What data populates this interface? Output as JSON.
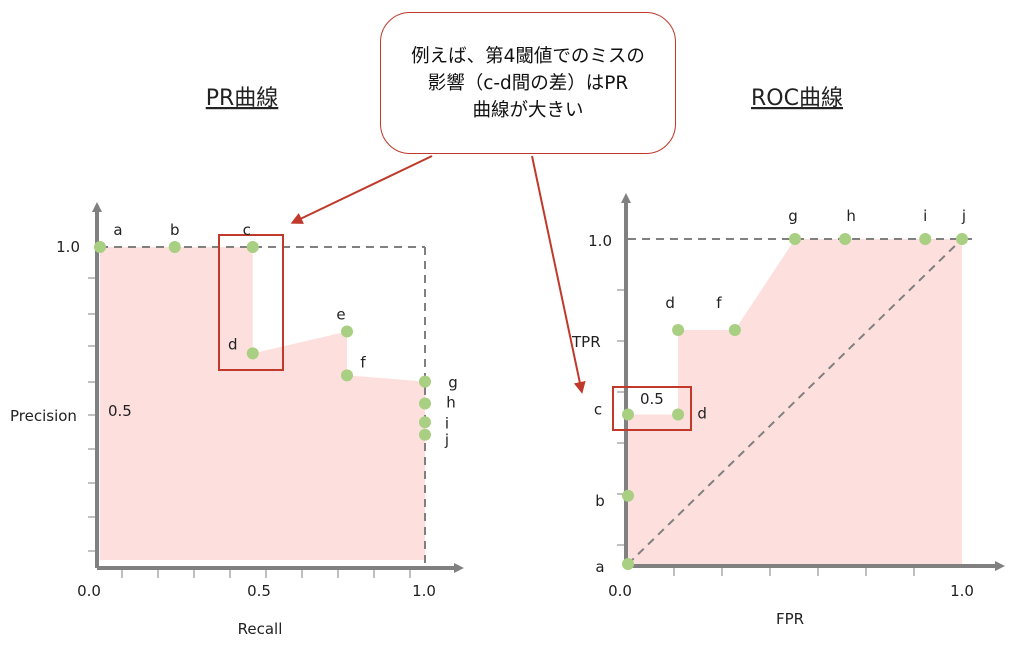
{
  "callout": {
    "text": "例えば、第4閾値でのミスの\n影響（c-d間の差）はPR\n曲線が大きい"
  },
  "colors": {
    "fill": "#fde0dd",
    "point": "#a8cf82",
    "axis": "#808080",
    "dash": "#808080",
    "highlight": "#c0392b",
    "arrow": "#c0392b"
  },
  "chart_data": [
    {
      "type": "area",
      "title": "PR曲線",
      "xlabel": "Recall",
      "ylabel": "Precision",
      "xlim": [
        0,
        1.0
      ],
      "ylim": [
        0,
        1.0
      ],
      "x_ticks": [
        "0.0",
        "0.5",
        "1.0"
      ],
      "y_ticks": [
        "1.0",
        "0.5"
      ],
      "points": [
        {
          "label": "a",
          "x": 0.0,
          "y": 1.0
        },
        {
          "label": "b",
          "x": 0.23,
          "y": 1.0
        },
        {
          "label": "c",
          "x": 0.47,
          "y": 1.0
        },
        {
          "label": "d",
          "x": 0.47,
          "y": 0.66
        },
        {
          "label": "e",
          "x": 0.76,
          "y": 0.73
        },
        {
          "label": "f",
          "x": 0.76,
          "y": 0.59
        },
        {
          "label": "g",
          "x": 1.0,
          "y": 0.57
        },
        {
          "label": "h",
          "x": 1.0,
          "y": 0.5
        },
        {
          "label": "i",
          "x": 1.0,
          "y": 0.44
        },
        {
          "label": "j",
          "x": 1.0,
          "y": 0.4
        }
      ]
    },
    {
      "type": "area",
      "title": "ROC曲線",
      "xlabel": "FPR",
      "ylabel": "TPR",
      "xlim": [
        0,
        1.0
      ],
      "ylim": [
        0,
        1.0
      ],
      "x_ticks": [
        "0.0",
        "1.0"
      ],
      "y_ticks": [
        "1.0",
        "0.5"
      ],
      "points": [
        {
          "label": "a",
          "x": 0.0,
          "y": 0.0
        },
        {
          "label": "b",
          "x": 0.0,
          "y": 0.21
        },
        {
          "label": "c",
          "x": 0.0,
          "y": 0.46
        },
        {
          "label": "d",
          "x": 0.15,
          "y": 0.46
        },
        {
          "label": "d",
          "x": 0.15,
          "y": 0.72
        },
        {
          "label": "f",
          "x": 0.32,
          "y": 0.72
        },
        {
          "label": "g",
          "x": 0.5,
          "y": 1.0
        },
        {
          "label": "h",
          "x": 0.65,
          "y": 1.0
        },
        {
          "label": "i",
          "x": 0.89,
          "y": 1.0
        },
        {
          "label": "j",
          "x": 1.0,
          "y": 1.0
        }
      ]
    }
  ]
}
